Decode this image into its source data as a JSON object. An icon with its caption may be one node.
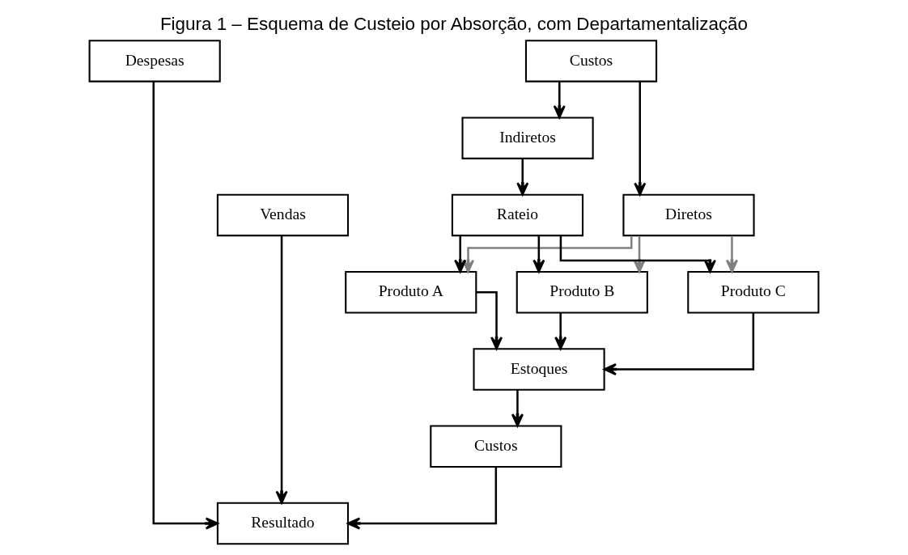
{
  "diagram": {
    "title": "Figura 1 – Esquema de Custeio por Absorção, com Departamentalização",
    "nodes": [
      {
        "text": [
          "Custos"
        ]
      },
      {
        "text": [
          "Despesas"
        ]
      },
      {
        "text": [
          "Indiretos"
        ]
      },
      {
        "text": [
          "Diretos"
        ]
      },
      {
        "text": [
          "Rateio"
        ]
      },
      {
        "text": [
          "Vendas"
        ]
      },
      {
        "text": [
          "Produto A"
        ]
      },
      {
        "text": [
          "Produto B"
        ]
      },
      {
        "text": [
          "Produto C"
        ]
      },
      {
        "text": [
          "Estoques"
        ]
      },
      {
        "text": [
          "Custos"
        ]
      },
      {
        "text": [
          "Resultado"
        ]
      }
    ],
    "edges": [
      {
        "from": 0,
        "to": 2,
        "arrow": "to"
      },
      {
        "from": 0,
        "to": 3,
        "arrow": "to"
      },
      {
        "from": 2,
        "to": 4,
        "arrow": "to"
      },
      {
        "from": 3,
        "to": 6,
        "arrow": "to",
        "color": "#808080"
      },
      {
        "from": 3,
        "to": 7,
        "arrow": "to",
        "color": "#808080"
      },
      {
        "from": 3,
        "to": 8,
        "arrow": "to",
        "color": "#808080"
      },
      {
        "from": 4,
        "to": 6,
        "arrow": "to"
      },
      {
        "from": 4,
        "to": 7,
        "arrow": "to"
      },
      {
        "from": 4,
        "to": 8,
        "arrow": "to"
      },
      {
        "from": 6,
        "to": 9,
        "arrow": "to"
      },
      {
        "from": 7,
        "to": 9,
        "arrow": "to"
      },
      {
        "from": 8,
        "to": 9,
        "arrow": "to"
      },
      {
        "from": 9,
        "to": 10,
        "arrow": "to"
      },
      {
        "from": 10,
        "to": 11,
        "arrow": "to"
      },
      {
        "from": 1,
        "to": 11,
        "arrow": "to"
      },
      {
        "from": 5,
        "to": 11,
        "arrow": "to"
      }
    ]
  }
}
